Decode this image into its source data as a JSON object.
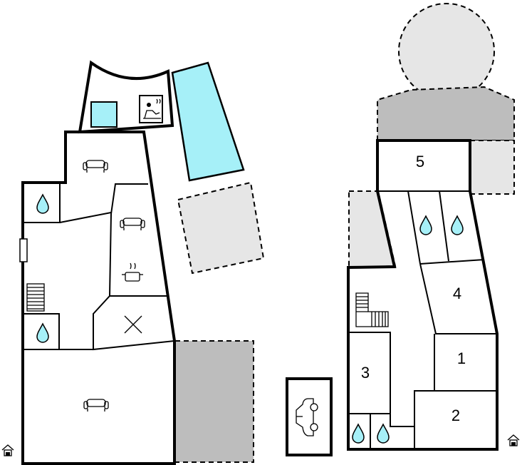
{
  "colors": {
    "pool": "#a6f0f8",
    "water_drop": "#a6f0f8",
    "terrace_dark": "#bdbdbd",
    "terrace_light": "#e6e6e6",
    "wall": "#000000",
    "background": "#ffffff"
  },
  "rooms": {
    "room_1": "1",
    "room_2": "2",
    "room_3": "3",
    "room_4": "4",
    "room_5": "5"
  },
  "icons": [
    "sofa-icon",
    "sauna-icon",
    "pool-icon",
    "bathroom-drop-icon",
    "kitchen-pot-icon",
    "stairs-icon",
    "car-icon",
    "house-entrance-icon",
    "dining-table-icon"
  ]
}
